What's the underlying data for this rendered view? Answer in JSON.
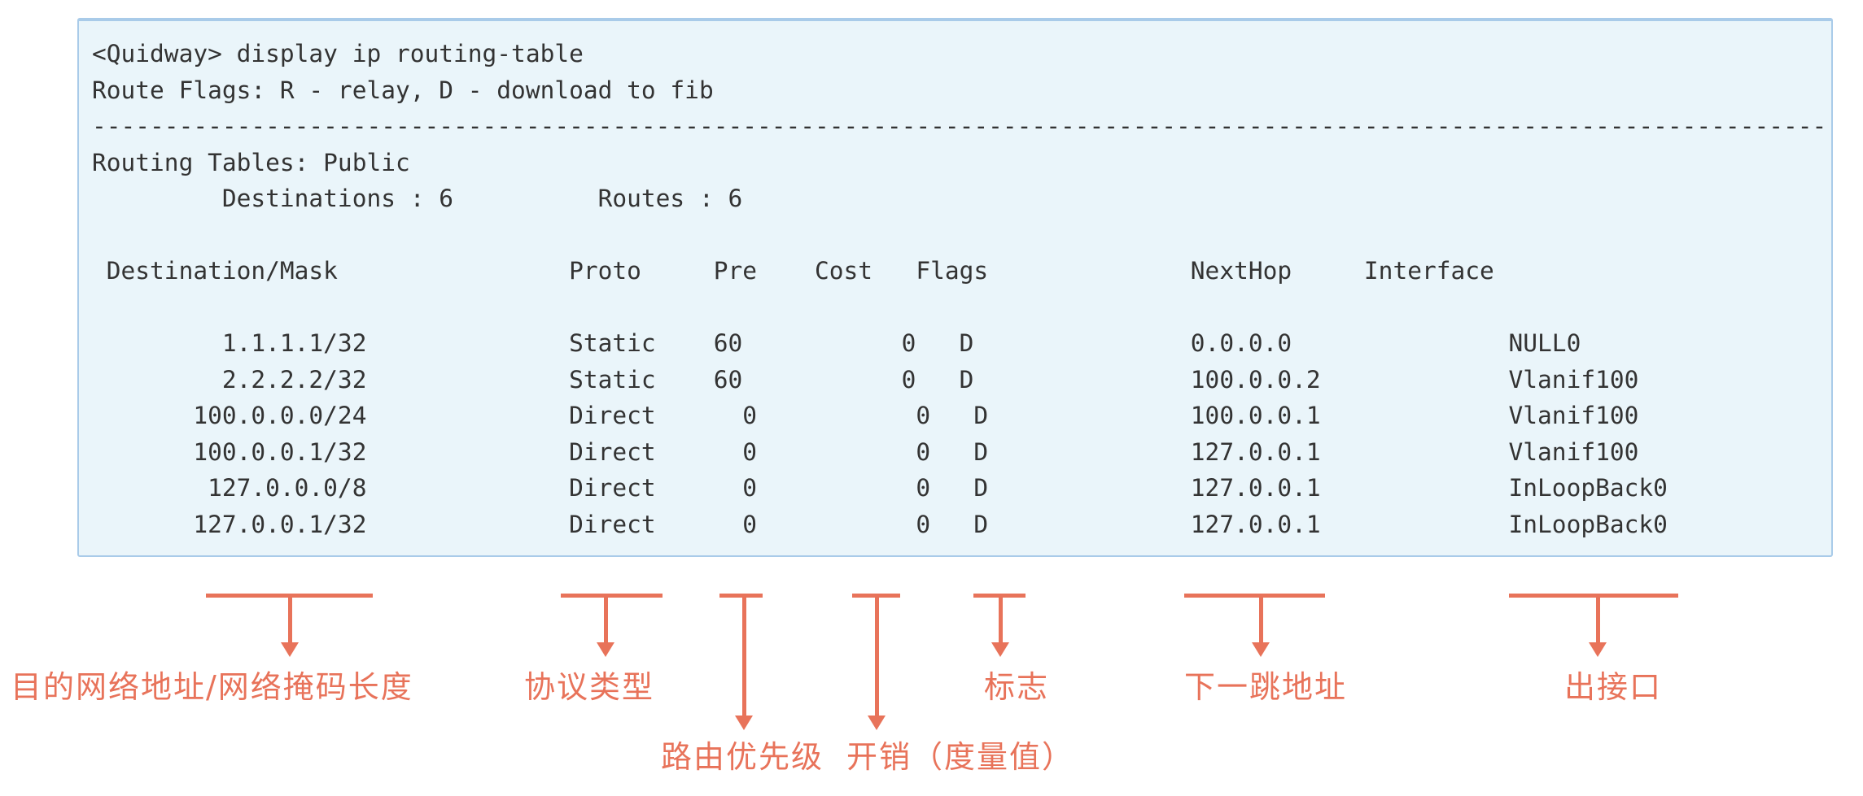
{
  "terminal": {
    "command": "display ip routing-table",
    "prompt": "<Quidway>",
    "summary": {
      "destinations": "6",
      "routes": "6"
    },
    "lines": [
      "<Quidway> display ip routing-table",
      "Route Flags: R - relay, D - download to fib",
      "------------------------------------------------------------------------------------------------------------------------",
      "Routing Tables: Public",
      "         Destinations : 6          Routes : 6",
      "",
      " Destination/Mask                Proto     Pre    Cost   Flags              NextHop     Interface",
      "",
      "         1.1.1.1/32              Static    60           0   D               0.0.0.0               NULL0",
      "         2.2.2.2/32              Static    60           0   D               100.0.0.2             Vlanif100",
      "       100.0.0.0/24              Direct      0           0   D              100.0.0.1             Vlanif100",
      "       100.0.0.1/32              Direct      0           0   D              127.0.0.1             Vlanif100",
      "        127.0.0.0/8              Direct      0           0   D              127.0.0.1             InLoopBack0",
      "       127.0.0.1/32              Direct      0           0   D              127.0.0.1             InLoopBack0"
    ]
  },
  "routing_table": {
    "headers": [
      "Destination/Mask",
      "Proto",
      "Pre",
      "Cost",
      "Flags",
      "NextHop",
      "Interface"
    ],
    "rows": [
      {
        "destination_mask": "1.1.1.1/32",
        "proto": "Static",
        "pre": "60",
        "cost": "0",
        "flags": "D",
        "nexthop": "0.0.0.0",
        "interface": "NULL0"
      },
      {
        "destination_mask": "2.2.2.2/32",
        "proto": "Static",
        "pre": "60",
        "cost": "0",
        "flags": "D",
        "nexthop": "100.0.0.2",
        "interface": "Vlanif100"
      },
      {
        "destination_mask": "100.0.0.0/24",
        "proto": "Direct",
        "pre": "0",
        "cost": "0",
        "flags": "D",
        "nexthop": "100.0.0.1",
        "interface": "Vlanif100"
      },
      {
        "destination_mask": "100.0.0.1/32",
        "proto": "Direct",
        "pre": "0",
        "cost": "0",
        "flags": "D",
        "nexthop": "127.0.0.1",
        "interface": "Vlanif100"
      },
      {
        "destination_mask": "127.0.0.0/8",
        "proto": "Direct",
        "pre": "0",
        "cost": "0",
        "flags": "D",
        "nexthop": "127.0.0.1",
        "interface": "InLoopBack0"
      },
      {
        "destination_mask": "127.0.0.1/32",
        "proto": "Direct",
        "pre": "0",
        "cost": "0",
        "flags": "D",
        "nexthop": "127.0.0.1",
        "interface": "InLoopBack0"
      }
    ]
  },
  "annotations": [
    {
      "key": "destination-mask",
      "target": "Destination/Mask",
      "label": "目的网络地址/网络掩码长度"
    },
    {
      "key": "proto",
      "target": "Proto",
      "label": "协议类型"
    },
    {
      "key": "pre",
      "target": "Pre",
      "label": "路由优先级"
    },
    {
      "key": "cost",
      "target": "Cost",
      "label": "开销（度量值）"
    },
    {
      "key": "flags",
      "target": "Flags",
      "label": "标志"
    },
    {
      "key": "nexthop",
      "target": "NextHop",
      "label": "下一跳地址"
    },
    {
      "key": "interface",
      "target": "Interface",
      "label": "出接口"
    }
  ],
  "colors": {
    "annotation_accent": "#e8735a",
    "panel_background": "#eaf5fa",
    "panel_border": "#a9cbe9",
    "terminal_text": "#333333"
  }
}
